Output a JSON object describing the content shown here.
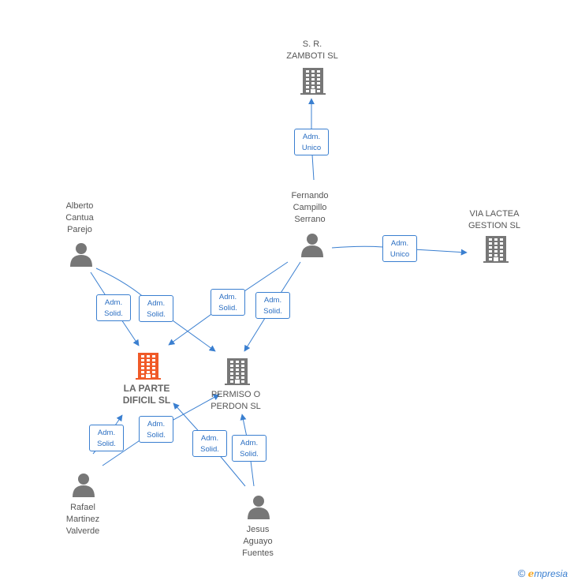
{
  "nodes": {
    "zamboti": {
      "label": "S. R.\nZAMBOTI SL",
      "type": "company"
    },
    "via_lactea": {
      "label": "VIA LACTEA\nGESTION SL",
      "type": "company"
    },
    "la_parte": {
      "label": "LA PARTE\nDIFICIL  SL",
      "type": "focus-company"
    },
    "permiso": {
      "label": "PERMISO O\nPERDON  SL",
      "type": "company"
    },
    "fernando": {
      "label": "Fernando\nCampillo\nSerrano",
      "type": "person"
    },
    "alberto": {
      "label": "Alberto\nCantua\nParejo",
      "type": "person"
    },
    "rafael": {
      "label": "Rafael\nMartinez\nValverde",
      "type": "person"
    },
    "jesus": {
      "label": "Jesus\nAguayo\nFuentes",
      "type": "person"
    }
  },
  "relations": [
    {
      "label": "Adm.\nUnico",
      "from": "fernando",
      "to": "zamboti"
    },
    {
      "label": "Adm.\nUnico",
      "from": "fernando",
      "to": "via_lactea"
    },
    {
      "label": "Adm.\nSolid.",
      "from": "fernando",
      "to": "la_parte"
    },
    {
      "label": "Adm.\nSolid.",
      "from": "fernando",
      "to": "permiso"
    },
    {
      "label": "Adm.\nSolid.",
      "from": "alberto",
      "to": "la_parte"
    },
    {
      "label": "Adm.\nSolid.",
      "from": "alberto",
      "to": "permiso"
    },
    {
      "label": "Adm.\nSolid.",
      "from": "rafael",
      "to": "la_parte"
    },
    {
      "label": "Adm.\nSolid.",
      "from": "rafael",
      "to": "permiso"
    },
    {
      "label": "Adm.\nSolid.",
      "from": "jesus",
      "to": "la_parte"
    },
    {
      "label": "Adm.\nSolid.",
      "from": "jesus",
      "to": "permiso"
    }
  ],
  "colors": {
    "edge": "#3a7fd0",
    "company": "#777777",
    "focus_company": "#f05a28",
    "person": "#777777"
  },
  "footer": {
    "copyright": "©",
    "brand_initial": "e",
    "brand_rest": "mpresia"
  }
}
